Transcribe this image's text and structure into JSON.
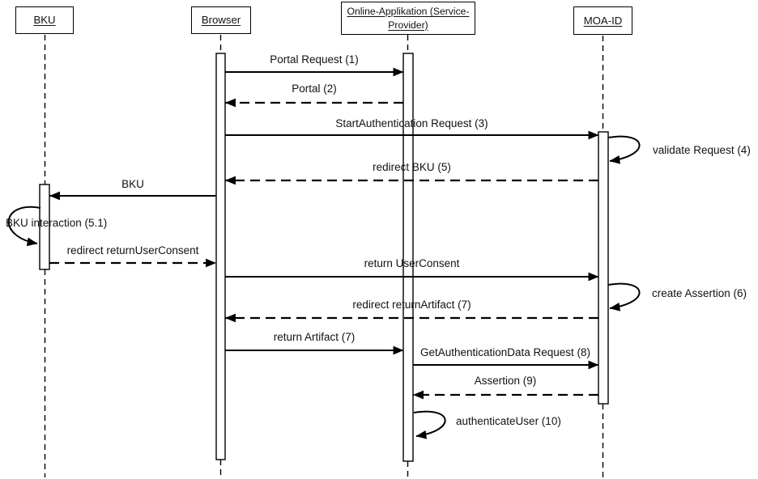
{
  "diagram": {
    "type": "uml-sequence-diagram",
    "participants": [
      {
        "name": "BKU"
      },
      {
        "name": "Browser"
      },
      {
        "name": "Online-Applikation (Service-Provider)",
        "display_lines": [
          "Online-Applikation (Service-",
          "Provider)"
        ]
      },
      {
        "name": "MOA-ID"
      }
    ],
    "messages": [
      {
        "label": "Portal Request (1)",
        "from": "Browser",
        "to": "Online-Applikation (Service-Provider)",
        "line": "solid"
      },
      {
        "label": "Portal (2)",
        "from": "Online-Applikation (Service-Provider)",
        "to": "Browser",
        "line": "dashed"
      },
      {
        "label": "StartAuthentication Request (3)",
        "from": "Browser",
        "to": "MOA-ID",
        "line": "solid"
      },
      {
        "label": "validate Request (4)",
        "from": "MOA-ID",
        "to": "MOA-ID",
        "line": "self"
      },
      {
        "label": "redirect BKU (5)",
        "from": "MOA-ID",
        "to": "Browser",
        "line": "dashed"
      },
      {
        "label": "BKU",
        "from": "Browser",
        "to": "BKU",
        "line": "solid"
      },
      {
        "label": "BKU interaction (5.1)",
        "from": "BKU",
        "to": "BKU",
        "line": "self"
      },
      {
        "label": "redirect returnUserConsent",
        "from": "BKU",
        "to": "Browser",
        "line": "dashed"
      },
      {
        "label": "return UserConsent",
        "from": "Browser",
        "to": "MOA-ID",
        "line": "solid"
      },
      {
        "label": "create Assertion (6)",
        "from": "MOA-ID",
        "to": "MOA-ID",
        "line": "self"
      },
      {
        "label": "redirect returnArtifact (7)",
        "from": "MOA-ID",
        "to": "Browser",
        "line": "dashed"
      },
      {
        "label": "return Artifact (7)",
        "from": "Browser",
        "to": "Online-Applikation (Service-Provider)",
        "line": "solid"
      },
      {
        "label": "GetAuthenticationData Request (8)",
        "from": "Online-Applikation (Service-Provider)",
        "to": "MOA-ID",
        "line": "solid"
      },
      {
        "label": "Assertion (9)",
        "from": "MOA-ID",
        "to": "Online-Applikation (Service-Provider)",
        "line": "dashed"
      },
      {
        "label": "authenticateUser (10)",
        "from": "Online-Applikation (Service-Provider)",
        "to": "Online-Applikation (Service-Provider)",
        "line": "self"
      }
    ],
    "colors": {
      "line": "#000000",
      "background": "#ffffff",
      "activation_fill": "#ffffff",
      "text": "#111111"
    }
  }
}
